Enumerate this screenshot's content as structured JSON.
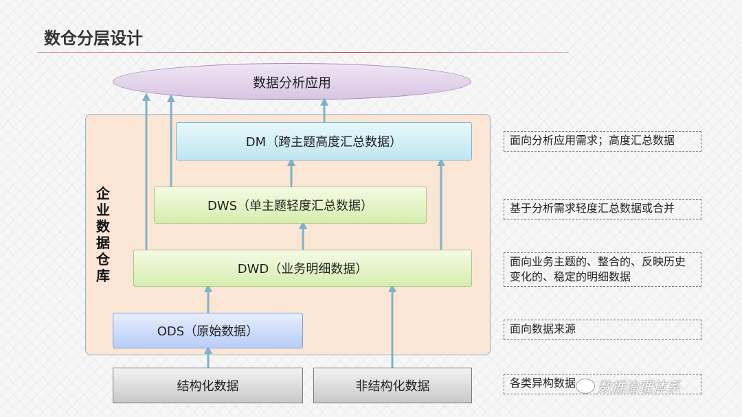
{
  "title": "数仓分层设计",
  "app_layer": "数据分析应用",
  "warehouse_label": "企业数据仓库",
  "layers": {
    "dm": "DM（跨主题高度汇总数据）",
    "dws": "DWS（单主题轻度汇总数据）",
    "dwd": "DWD（业务明细数据）",
    "ods": "ODS（原始数据）"
  },
  "sources": {
    "structured": "结构化数据",
    "unstructured": "非结构化数据"
  },
  "descriptions": {
    "dm": "面向分析应用需求；高度汇总数据",
    "dws": "基于分析需求轻度汇总数据或合并",
    "dwd": "面向业务主题的、整合的、反映历史变化的、稳定的明细数据",
    "ods": "面向数据来源",
    "sources": "各类异构数据"
  },
  "watermark": "数据治理体系",
  "colors": {
    "arrow": "#7fb3c4",
    "title_rule": "#c0504d",
    "panel": "#fbe6d6"
  }
}
